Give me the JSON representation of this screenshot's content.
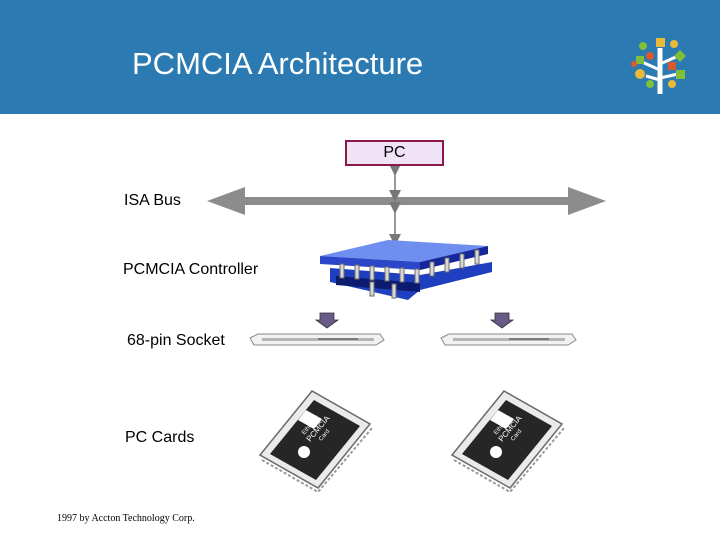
{
  "header": {
    "title": "PCMCIA Architecture",
    "background_color": "#2b7bb2",
    "logo_icon": "tree-logo-icon"
  },
  "diagram": {
    "pc_label": "PC",
    "isa_bus_label": "ISA Bus",
    "controller_label": "PCMCIA Controller",
    "socket_label": "68-pin Socket",
    "cards_label": "PC Cards",
    "card_text": [
      "Ethernet",
      "PCMCIA",
      "Card"
    ],
    "pc_box_border_color": "#8a1a4a",
    "chip_color": "#1e3fbf",
    "bus_arrow_color": "#8c8c8c"
  },
  "footer": {
    "copyright": "1997 by Accton Technology Corp."
  }
}
